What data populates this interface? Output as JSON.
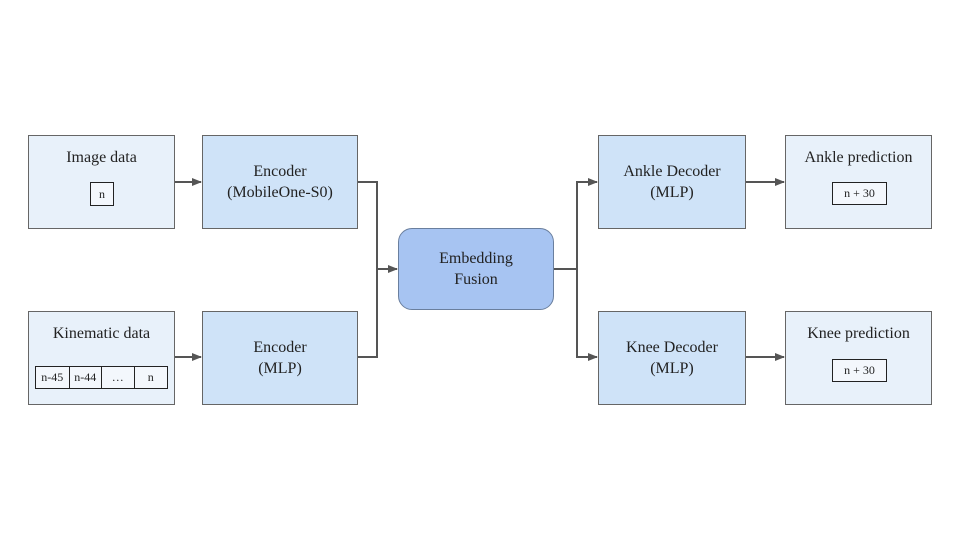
{
  "inputs": {
    "image": {
      "title": "Image data",
      "tag": "n"
    },
    "kinematic": {
      "title": "Kinematic data",
      "cells": [
        "n-45",
        "n-44",
        "…",
        "n"
      ]
    }
  },
  "encoders": {
    "image": {
      "line1": "Encoder",
      "line2": "(MobileOne-S0)"
    },
    "kinematic": {
      "line1": "Encoder",
      "line2": "(MLP)"
    }
  },
  "fusion": {
    "line1": "Embedding",
    "line2": "Fusion"
  },
  "decoders": {
    "ankle": {
      "line1": "Ankle Decoder",
      "line2": "(MLP)"
    },
    "knee": {
      "line1": "Knee Decoder",
      "line2": "(MLP)"
    }
  },
  "outputs": {
    "ankle": {
      "title": "Ankle prediction",
      "tag": "n + 30"
    },
    "knee": {
      "title": "Knee prediction",
      "tag": "n + 30"
    }
  },
  "colors": {
    "input_fill": "#e8f1fa",
    "model_fill": "#cfe3f8",
    "fusion_fill": "#a7c4f2",
    "arrow": "#555555"
  }
}
